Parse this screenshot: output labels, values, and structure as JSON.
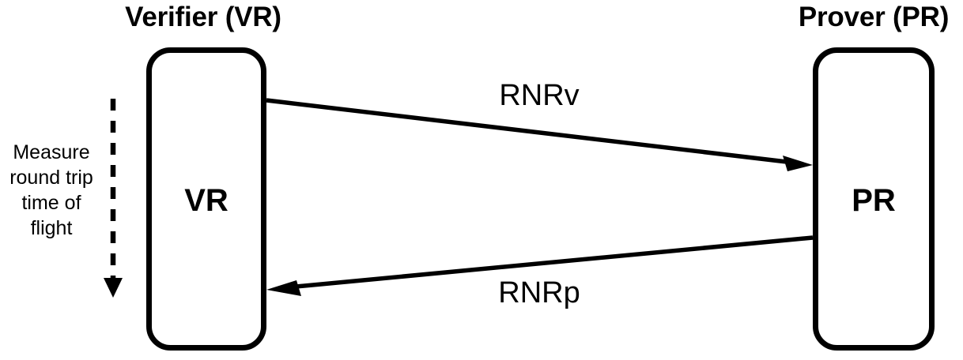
{
  "diagram": {
    "type": "protocol-message-sequence",
    "background_color": "#ffffff",
    "stroke_color": "#000000",
    "parties": [
      {
        "id": "verifier",
        "title": "Verifier (VR)",
        "inner_label": "VR",
        "side": "left"
      },
      {
        "id": "prover",
        "title": "Prover (PR)",
        "inner_label": "PR",
        "side": "right"
      }
    ],
    "messages": [
      {
        "id": "rnrv",
        "label": "RNRv",
        "direction": "verifier-to-prover",
        "arrow": "right"
      },
      {
        "id": "rnrp",
        "label": "RNRp",
        "direction": "prover-to-verifier",
        "arrow": "left"
      }
    ],
    "annotation": {
      "id": "measure-rtt",
      "text": "Measure\nround trip\ntime of\nflight",
      "marker": "dashed-down-arrow"
    }
  }
}
